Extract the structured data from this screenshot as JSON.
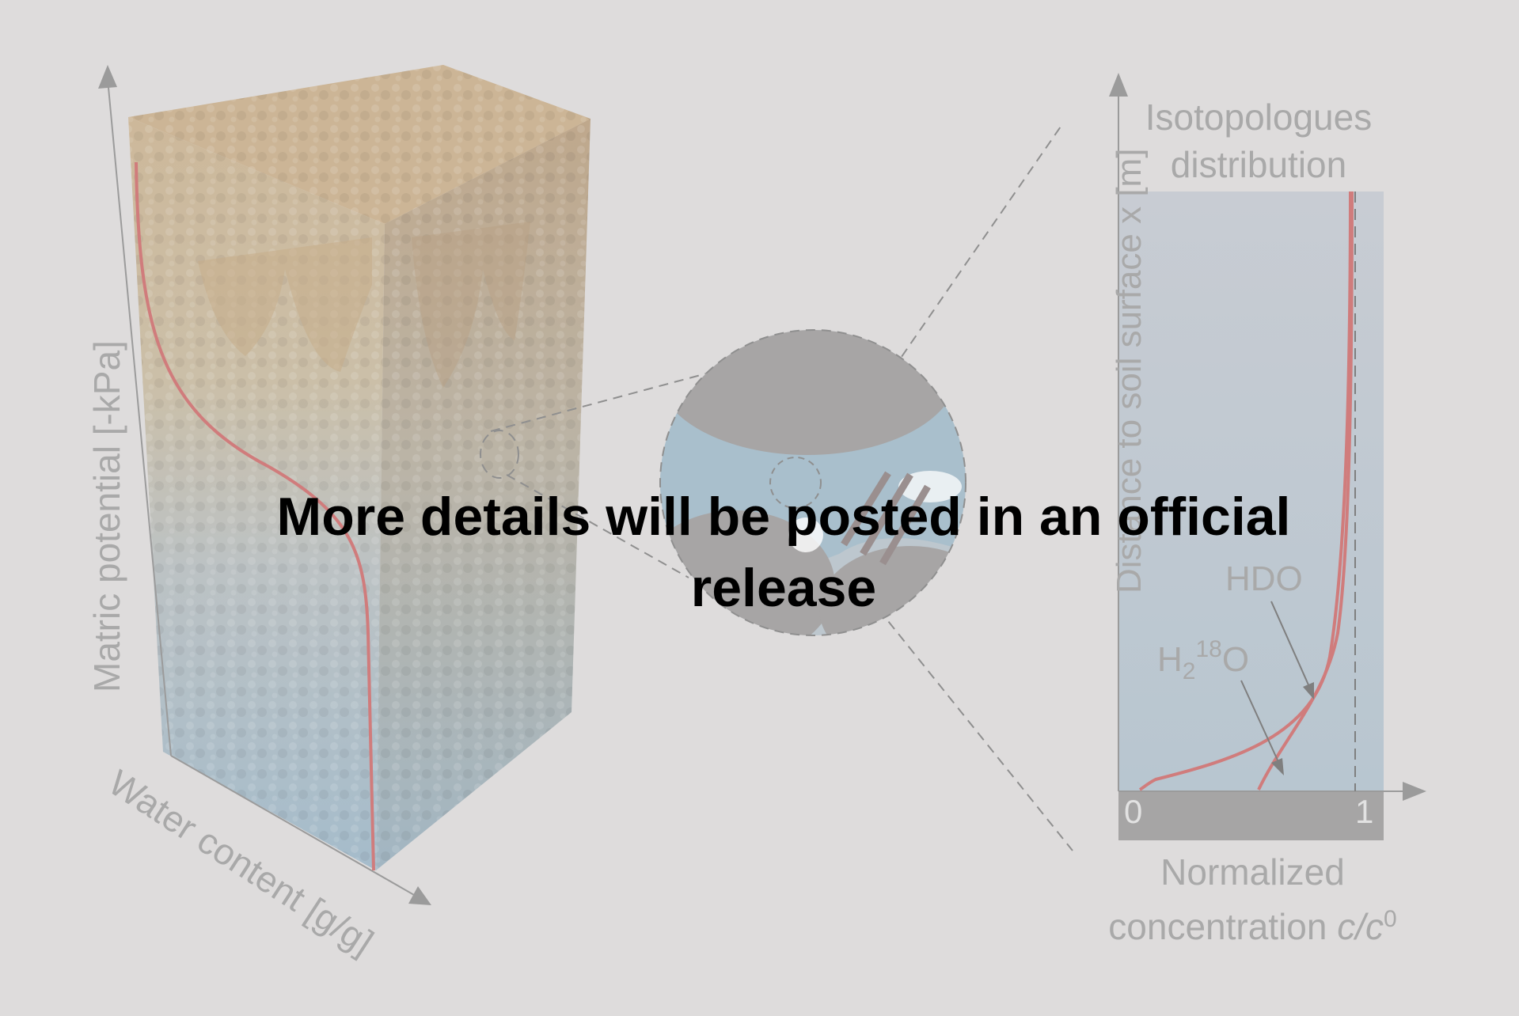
{
  "overlay": {
    "notice_line1": "More details will be posted in an official",
    "notice_line2": "release"
  },
  "soil_column": {
    "y_axis_label": "Matric potential [-kPa]",
    "x_axis_label": "Water content  [g/g]"
  },
  "isotope_panel": {
    "title_line1": "Isotopologues",
    "title_line2": "distribution",
    "y_axis_label": "Distance to soil surface x [m]",
    "x_axis_label_line1": "Normalized",
    "x_axis_label_line2_text": "concentration ",
    "x_axis_label_line2_var": "c/c",
    "x_axis_label_line2_sup": "0",
    "tick_0": "0",
    "tick_1": "1",
    "series_hdo": "HDO",
    "series_h2o_base": "H",
    "series_h2o_sub": "2",
    "series_h2o_sup": "18",
    "series_h2o_tail": "O"
  },
  "colors": {
    "background": "#dedcdc",
    "curve": "#d07c7c",
    "soil_top": "#cbb89a",
    "soil_bottom": "#a6bccb",
    "panel_fill": "#c6ccd3",
    "base_bar": "#a6a5a5",
    "pore_blue": "#a9bfcc",
    "grain_gray": "#a7a5a5",
    "axis_gray": "#9b9b9b"
  }
}
